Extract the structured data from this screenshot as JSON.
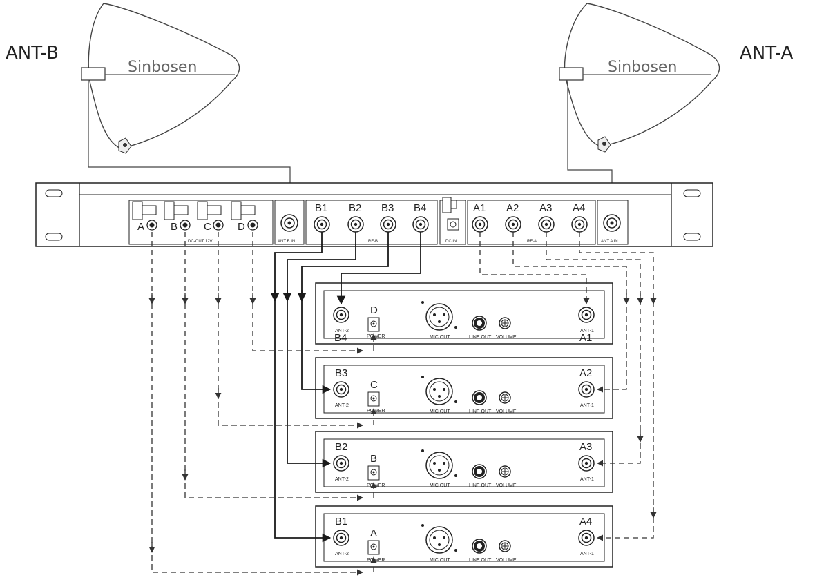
{
  "antennas": {
    "left": {
      "label": "ANT-B",
      "brand": "Sinbosen"
    },
    "right": {
      "label": "ANT-A",
      "brand": "Sinbosen"
    }
  },
  "distributor": {
    "dc_out": {
      "ports": [
        "A",
        "B",
        "C",
        "D"
      ],
      "label": "DC-OUT 12V"
    },
    "ant_b_in": "ANT B IN",
    "rf_b": {
      "ports": [
        "B1",
        "B2",
        "B3",
        "B4"
      ],
      "label": "RF-B"
    },
    "dc_in": "DC IN",
    "rf_a": {
      "ports": [
        "A1",
        "A2",
        "A3",
        "A4"
      ],
      "label": "RF-A"
    },
    "ant_a_in": "ANT A IN"
  },
  "receivers": [
    {
      "b_port": "B4",
      "power_port": "D",
      "a_port": "A1"
    },
    {
      "b_port": "B3",
      "power_port": "C",
      "a_port": "A2"
    },
    {
      "b_port": "B2",
      "power_port": "B",
      "a_port": "A3"
    },
    {
      "b_port": "B1",
      "power_port": "A",
      "a_port": "A4"
    }
  ],
  "receiver_labels": {
    "ant2": "ANT-2",
    "ant1": "ANT-1",
    "power": "POWER",
    "mic_out": "MIC OUT",
    "line_out": "LINE OUT",
    "volume": "VOLUME"
  },
  "colors": {
    "line": "#1a1a1a",
    "dashed": "#555555",
    "antenna": "#666666"
  }
}
